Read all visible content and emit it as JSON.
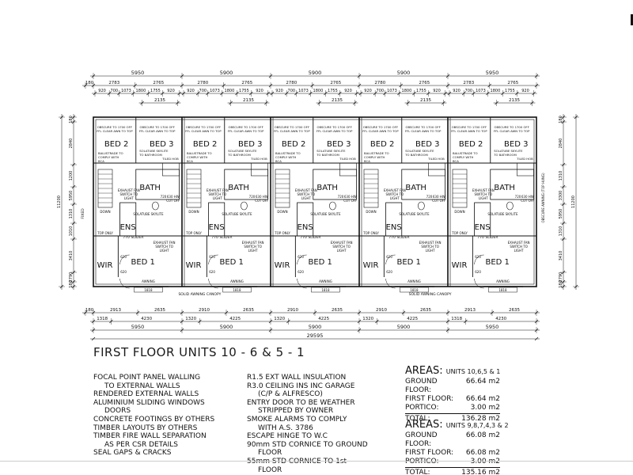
{
  "title": "FIRST FLOOR UNITS 10 - 6 & 5 - 1",
  "dims_top": {
    "units": [
      "5950",
      "5900",
      "5900",
      "5900",
      "5950"
    ],
    "row2": [
      "180",
      "2783",
      "2765",
      "2780",
      "2765",
      "2780",
      "2765",
      "2780",
      "2765",
      "2783",
      "2765"
    ],
    "row3": [
      "920",
      "700",
      "1073",
      "920",
      "1800",
      "1755",
      "920",
      "1070",
      "1755"
    ],
    "row4": [
      "2135"
    ]
  },
  "dims_bottom": {
    "row1": [
      "180",
      "2913",
      "2635",
      "2910",
      "2635",
      "2910",
      "2635",
      "2910",
      "2635",
      "2913",
      "2635"
    ],
    "row2": [
      "1318",
      "4230",
      "1320",
      "4225",
      "1320",
      "4225",
      "1320",
      "4225",
      "1318",
      "4230"
    ],
    "units": [
      "5950",
      "5900",
      "5900",
      "5900",
      "5950"
    ],
    "total": "29595"
  },
  "dims_side_left": [
    "180",
    "2840",
    "1200",
    "5950",
    "1310",
    "1010",
    "3410",
    "2790",
    "180"
  ],
  "dims_side_right": [
    "180",
    "2840",
    "1310",
    "3300",
    "5950",
    "1310",
    "3410",
    "2790",
    "180"
  ],
  "rooms": {
    "bed2": "BED 2",
    "bed3": "BED 3",
    "bath": "BATH",
    "ens": "ENS",
    "bed1": "BED 1",
    "wir": "WIR"
  },
  "room_notes": {
    "obscure": "OBSCURE TO 1700 OFF",
    "ffl": "FFL CLEAR AWN TO TOP",
    "balustrade1": "BALUSTRADE TO",
    "balustrade2": "COMPLY WITH",
    "balustrade3": "BCA",
    "tiled_hob": "TILED HOB",
    "skylite1": "SOLATUBE SKYLITE",
    "skylite2": "TO BATHROOM",
    "exhaust1": "EXHAUST FAN",
    "exhaust2": "SWITCH TO",
    "exhaust3": "LIGHT",
    "slider": "770 SLIDER",
    "top_only": "TOP ONLY",
    "down": "DOWN",
    "awning": "AWNING",
    "canopy": "SOLID AWNING CANOPY",
    "d720": "720",
    "d620": "620",
    "d630": "630 HW",
    "cutoff": "CUT OFF",
    "d1818": "1818",
    "fixed": "FIXED",
    "obscure_side": "OBSCURE AWNING (TOP HUNG)"
  },
  "notes_left": [
    {
      "text": "FOCAL POINT PANEL WALLING",
      "indent": false
    },
    {
      "text": "TO EXTERNAL WALLS",
      "indent": true
    },
    {
      "text": "RENDERED EXTERNAL WALLS",
      "indent": false
    },
    {
      "text": "ALUMINIUM SLIDING WINDOWS",
      "indent": false
    },
    {
      "text": "DOORS",
      "indent": true
    },
    {
      "text": "CONCRETE FOOTINGS BY OTHERS",
      "indent": false
    },
    {
      "text": "TIMBER LAYOUTS BY OTHERS",
      "indent": false
    },
    {
      "text": "TIMBER FIRE WALL SEPARATION",
      "indent": false
    },
    {
      "text": "AS PER CSR DETAILS",
      "indent": true
    },
    {
      "text": "SEAL GAPS & CRACKS",
      "indent": false
    }
  ],
  "notes_mid": [
    {
      "text": "R1.5 EXT WALL INSULATION",
      "indent": false
    },
    {
      "text": "R3.0 CEILING INS INC GARAGE",
      "indent": false
    },
    {
      "text": "(C/P & ALFRESCO)",
      "indent": true
    },
    {
      "text": "ENTRY DOOR TO BE WEATHER",
      "indent": false
    },
    {
      "text": "STRIPPED BY OWNER",
      "indent": true
    },
    {
      "text": "SMOKE ALARMS TO COMPLY",
      "indent": false
    },
    {
      "text": "WITH A.S. 3786",
      "indent": true
    },
    {
      "text": "ESCAPE HINGE TO W.C",
      "indent": false
    },
    {
      "text": "90mm STD CORNICE TO GROUND",
      "indent": false
    },
    {
      "text": "FLOOR",
      "indent": true
    },
    {
      "text": "55mm STD CORNICE TO 1st",
      "indent": false
    },
    {
      "text": "FLOOR",
      "indent": true
    }
  ],
  "areas": [
    {
      "heading": "AREAS:",
      "units": "UNITS 10,6,5 & 1",
      "rows": [
        {
          "label": "GROUND FLOOR:",
          "value": "66.64 m2"
        },
        {
          "label": "FIRST FLOOR:",
          "value": "66.64 m2"
        },
        {
          "label": "PORTICO:",
          "value": "3.00 m2"
        }
      ],
      "total_label": "TOTAL:",
      "total_value": "136.28 m2"
    },
    {
      "heading": "AREAS:",
      "units": "UNITS 9,8,7,4,3 & 2",
      "rows": [
        {
          "label": "GROUND FLOOR:",
          "value": "66.08 m2"
        },
        {
          "label": "FIRST FLOOR:",
          "value": "66.08 m2"
        },
        {
          "label": "PORTICO:",
          "value": "3.00 m2"
        }
      ],
      "total_label": "TOTAL:",
      "total_value": "135.16 m2"
    }
  ],
  "colors": {
    "ink": "#111111",
    "background": "#ffffff"
  }
}
